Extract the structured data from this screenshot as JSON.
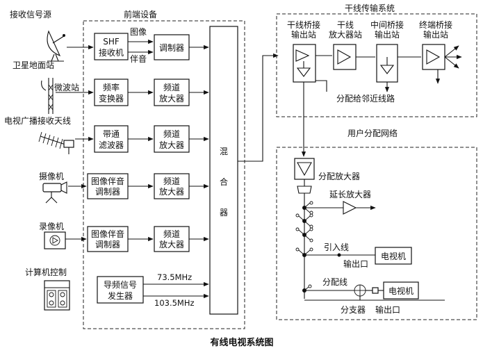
{
  "caption": "有线电视系统图",
  "sources": {
    "heading": "接收信号源",
    "satellite": "卫星地面站",
    "microwave": "微波站",
    "tv_antenna": "电视广播接收天线",
    "camera": "摄像机",
    "recorder": "录像机",
    "computer": "计算机控制"
  },
  "headend": {
    "heading": "前端设备",
    "shf_receiver": [
      "SHF",
      "接收机"
    ],
    "image_label": "图像",
    "audio_label": "伴音",
    "modulator": "调制器",
    "freq_converter": [
      "频率",
      "变换器"
    ],
    "bandpass_filter": [
      "带通",
      "滤波器"
    ],
    "av_modulator": [
      "图像伴音",
      "调制器"
    ],
    "channel_amp": [
      "频道",
      "放大器"
    ],
    "pilot_generator": [
      "导频信号",
      "发生器"
    ],
    "freq_1": "73.5MHz",
    "freq_2": "103.5MHz",
    "mixer": [
      "混",
      "合",
      "器"
    ]
  },
  "trunk": {
    "heading": "干线传输系统",
    "bridge_out": [
      "干线桥接",
      "输出站"
    ],
    "trunk_amp": [
      "干线",
      "放大器站"
    ],
    "mid_bridge": [
      "中间桥接",
      "输出站"
    ],
    "end_bridge": [
      "终端桥接",
      "输出站"
    ],
    "note": "分配给邻近线路"
  },
  "user_net": {
    "heading": "用户分配网络",
    "dist_amp": "分配放大器",
    "ext_amp": "延长放大器",
    "lead_in": "引入线",
    "outlet": "输出口",
    "tv": "电视机",
    "dist_line": "分配线",
    "splitter": "分支器"
  }
}
